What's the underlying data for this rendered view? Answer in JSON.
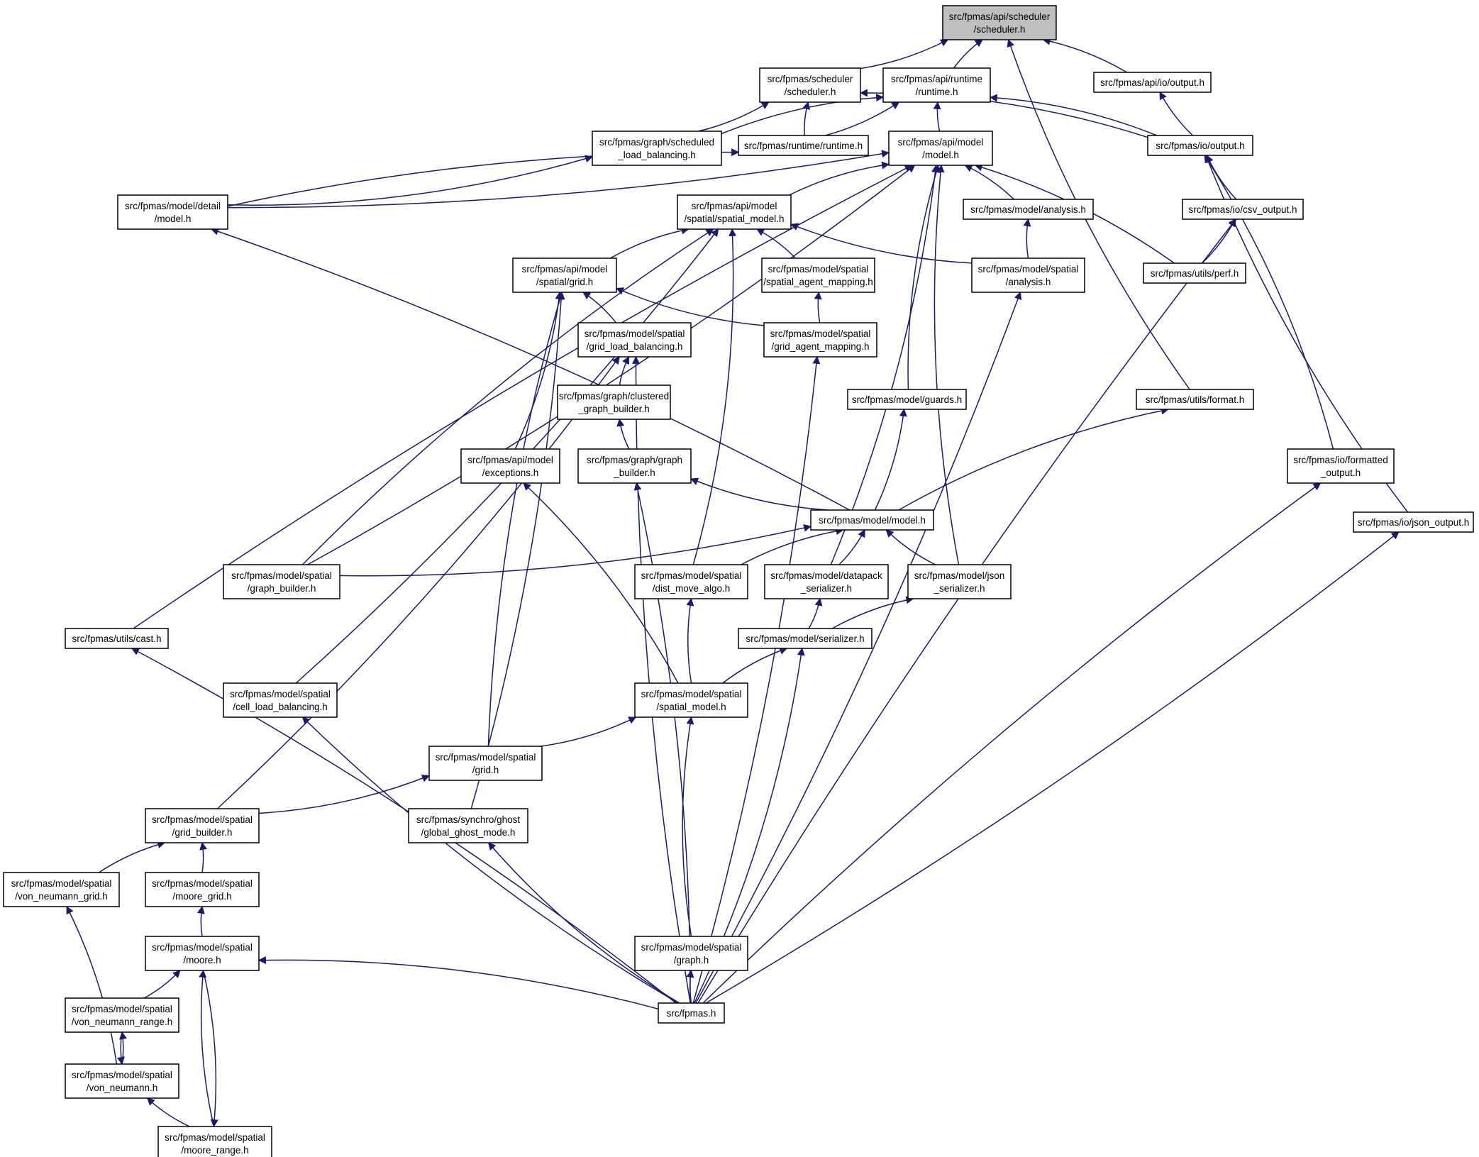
{
  "colors": {
    "edge": "#191970",
    "node_border": "#000000",
    "root_fill": "#bfbfbf",
    "node_fill": "#ffffff"
  },
  "nodes": [
    {
      "id": "api_scheduler",
      "lines": [
        "src/fpmas/api/scheduler",
        "/scheduler.h"
      ],
      "root": true
    },
    {
      "id": "scheduler",
      "lines": [
        "src/fpmas/scheduler",
        "/scheduler.h"
      ]
    },
    {
      "id": "api_runtime",
      "lines": [
        "src/fpmas/api/runtime",
        "/runtime.h"
      ]
    },
    {
      "id": "api_io_output",
      "lines": [
        "src/fpmas/api/io/output.h"
      ]
    },
    {
      "id": "graph_sched_lb",
      "lines": [
        "src/fpmas/graph/scheduled",
        "_load_balancing.h"
      ]
    },
    {
      "id": "runtime",
      "lines": [
        "src/fpmas/runtime/runtime.h"
      ]
    },
    {
      "id": "api_model",
      "lines": [
        "src/fpmas/api/model",
        "/model.h"
      ]
    },
    {
      "id": "io_output",
      "lines": [
        "src/fpmas/io/output.h"
      ]
    },
    {
      "id": "model_detail",
      "lines": [
        "src/fpmas/model/detail",
        "/model.h"
      ]
    },
    {
      "id": "api_spatial_model",
      "lines": [
        "src/fpmas/api/model",
        "/spatial/spatial_model.h"
      ]
    },
    {
      "id": "model_analysis",
      "lines": [
        "src/fpmas/model/analysis.h"
      ]
    },
    {
      "id": "csv_output",
      "lines": [
        "src/fpmas/io/csv_output.h"
      ]
    },
    {
      "id": "api_grid",
      "lines": [
        "src/fpmas/api/model",
        "/spatial/grid.h"
      ]
    },
    {
      "id": "spatial_agent_mapping",
      "lines": [
        "src/fpmas/model/spatial",
        "/spatial_agent_mapping.h"
      ]
    },
    {
      "id": "spatial_analysis",
      "lines": [
        "src/fpmas/model/spatial",
        "/analysis.h"
      ]
    },
    {
      "id": "perf",
      "lines": [
        "src/fpmas/utils/perf.h"
      ]
    },
    {
      "id": "grid_lb",
      "lines": [
        "src/fpmas/model/spatial",
        "/grid_load_balancing.h"
      ]
    },
    {
      "id": "grid_agent_mapping",
      "lines": [
        "src/fpmas/model/spatial",
        "/grid_agent_mapping.h"
      ]
    },
    {
      "id": "clustered",
      "lines": [
        "src/fpmas/graph/clustered",
        "_graph_builder.h"
      ]
    },
    {
      "id": "guards",
      "lines": [
        "src/fpmas/model/guards.h"
      ]
    },
    {
      "id": "format",
      "lines": [
        "src/fpmas/utils/format.h"
      ]
    },
    {
      "id": "exceptions",
      "lines": [
        "src/fpmas/api/model",
        "/exceptions.h"
      ]
    },
    {
      "id": "graph_builder",
      "lines": [
        "src/fpmas/graph/graph",
        "_builder.h"
      ]
    },
    {
      "id": "formatted_output",
      "lines": [
        "src/fpmas/io/formatted",
        "_output.h"
      ]
    },
    {
      "id": "model_model",
      "lines": [
        "src/fpmas/model/model.h"
      ]
    },
    {
      "id": "json_output",
      "lines": [
        "src/fpmas/io/json_output.h"
      ]
    },
    {
      "id": "spatial_graph_builder",
      "lines": [
        "src/fpmas/model/spatial",
        "/graph_builder.h"
      ]
    },
    {
      "id": "dist_move",
      "lines": [
        "src/fpmas/model/spatial",
        "/dist_move_algo.h"
      ]
    },
    {
      "id": "datapack",
      "lines": [
        "src/fpmas/model/datapack",
        "_serializer.h"
      ]
    },
    {
      "id": "json_ser",
      "lines": [
        "src/fpmas/model/json",
        "_serializer.h"
      ]
    },
    {
      "id": "cast",
      "lines": [
        "src/fpmas/utils/cast.h"
      ]
    },
    {
      "id": "serializer",
      "lines": [
        "src/fpmas/model/serializer.h"
      ]
    },
    {
      "id": "cell_lb",
      "lines": [
        "src/fpmas/model/spatial",
        "/cell_load_balancing.h"
      ]
    },
    {
      "id": "spatial_model",
      "lines": [
        "src/fpmas/model/spatial",
        "/spatial_model.h"
      ]
    },
    {
      "id": "spatial_grid",
      "lines": [
        "src/fpmas/model/spatial",
        "/grid.h"
      ]
    },
    {
      "id": "grid_builder",
      "lines": [
        "src/fpmas/model/spatial",
        "/grid_builder.h"
      ]
    },
    {
      "id": "ghost",
      "lines": [
        "src/fpmas/synchro/ghost",
        "/global_ghost_mode.h"
      ]
    },
    {
      "id": "vn_grid",
      "lines": [
        "src/fpmas/model/spatial",
        "/von_neumann_grid.h"
      ]
    },
    {
      "id": "moore_grid",
      "lines": [
        "src/fpmas/model/spatial",
        "/moore_grid.h"
      ]
    },
    {
      "id": "moore",
      "lines": [
        "src/fpmas/model/spatial",
        "/moore.h"
      ]
    },
    {
      "id": "spatial_graph",
      "lines": [
        "src/fpmas/model/spatial",
        "/graph.h"
      ]
    },
    {
      "id": "vn_range",
      "lines": [
        "src/fpmas/model/spatial",
        "/von_neumann_range.h"
      ]
    },
    {
      "id": "fpmas",
      "lines": [
        "src/fpmas.h"
      ]
    },
    {
      "id": "vn",
      "lines": [
        "src/fpmas/model/spatial",
        "/von_neumann.h"
      ]
    },
    {
      "id": "moore_range",
      "lines": [
        "src/fpmas/model/spatial",
        "/moore_range.h"
      ]
    }
  ],
  "edges": [
    [
      "scheduler",
      "api_scheduler"
    ],
    [
      "api_runtime",
      "api_scheduler"
    ],
    [
      "api_io_output",
      "api_scheduler"
    ],
    [
      "format",
      "api_scheduler"
    ],
    [
      "graph_sched_lb",
      "scheduler"
    ],
    [
      "runtime",
      "scheduler"
    ],
    [
      "io_output",
      "scheduler"
    ],
    [
      "graph_sched_lb",
      "api_runtime"
    ],
    [
      "runtime",
      "api_runtime"
    ],
    [
      "api_model",
      "api_runtime"
    ],
    [
      "io_output",
      "api_runtime"
    ],
    [
      "io_output",
      "api_io_output"
    ],
    [
      "model_detail",
      "graph_sched_lb"
    ],
    [
      "model_detail",
      "runtime"
    ],
    [
      "model_detail",
      "api_model"
    ],
    [
      "api_spatial_model",
      "api_model"
    ],
    [
      "model_analysis",
      "api_model"
    ],
    [
      "guards",
      "api_model"
    ],
    [
      "datapack",
      "api_model"
    ],
    [
      "json_ser",
      "api_model"
    ],
    [
      "perf",
      "api_model"
    ],
    [
      "cast",
      "api_model"
    ],
    [
      "spatial_graph_builder",
      "api_model"
    ],
    [
      "csv_output",
      "io_output"
    ],
    [
      "formatted_output",
      "io_output"
    ],
    [
      "json_output",
      "io_output"
    ],
    [
      "model_model",
      "model_detail"
    ],
    [
      "api_grid",
      "api_spatial_model"
    ],
    [
      "spatial_agent_mapping",
      "api_spatial_model"
    ],
    [
      "spatial_analysis",
      "api_spatial_model"
    ],
    [
      "dist_move",
      "api_spatial_model"
    ],
    [
      "spatial_graph_builder",
      "api_spatial_model"
    ],
    [
      "cell_lb",
      "api_spatial_model"
    ],
    [
      "spatial_analysis",
      "model_analysis"
    ],
    [
      "perf",
      "csv_output"
    ],
    [
      "fpmas",
      "csv_output"
    ],
    [
      "grid_lb",
      "api_grid"
    ],
    [
      "grid_agent_mapping",
      "api_grid"
    ],
    [
      "exceptions",
      "api_grid"
    ],
    [
      "spatial_grid",
      "api_grid"
    ],
    [
      "ghost",
      "api_grid"
    ],
    [
      "grid_agent_mapping",
      "spatial_agent_mapping"
    ],
    [
      "fpmas",
      "spatial_analysis"
    ],
    [
      "clustered",
      "grid_lb"
    ],
    [
      "grid_builder",
      "grid_lb"
    ],
    [
      "fpmas",
      "grid_lb"
    ],
    [
      "fpmas",
      "grid_agent_mapping"
    ],
    [
      "graph_builder",
      "clustered"
    ],
    [
      "model_model",
      "guards"
    ],
    [
      "model_model",
      "format"
    ],
    [
      "spatial_model",
      "exceptions"
    ],
    [
      "model_model",
      "graph_builder"
    ],
    [
      "fpmas",
      "graph_builder"
    ],
    [
      "fpmas",
      "formatted_output"
    ],
    [
      "spatial_graph_builder",
      "model_model"
    ],
    [
      "dist_move",
      "model_model"
    ],
    [
      "datapack",
      "model_model"
    ],
    [
      "json_ser",
      "model_model"
    ],
    [
      "fpmas",
      "json_output"
    ],
    [
      "spatial_model",
      "dist_move"
    ],
    [
      "serializer",
      "datapack"
    ],
    [
      "serializer",
      "json_ser"
    ],
    [
      "fpmas",
      "cast"
    ],
    [
      "spatial_model",
      "serializer"
    ],
    [
      "fpmas",
      "serializer"
    ],
    [
      "fpmas",
      "cell_lb"
    ],
    [
      "spatial_grid",
      "spatial_model"
    ],
    [
      "spatial_graph",
      "spatial_model"
    ],
    [
      "grid_builder",
      "spatial_grid"
    ],
    [
      "vn_grid",
      "grid_builder"
    ],
    [
      "moore_grid",
      "grid_builder"
    ],
    [
      "fpmas",
      "ghost"
    ],
    [
      "vn",
      "vn_grid"
    ],
    [
      "moore",
      "moore_grid"
    ],
    [
      "vn_range",
      "moore"
    ],
    [
      "moore_range",
      "moore"
    ],
    [
      "fpmas",
      "moore"
    ],
    [
      "fpmas",
      "spatial_graph"
    ],
    [
      "vn",
      "vn_range"
    ],
    [
      "moore",
      "moore_range"
    ],
    [
      "vn_range",
      "vn"
    ],
    [
      "moore_range",
      "vn"
    ]
  ]
}
